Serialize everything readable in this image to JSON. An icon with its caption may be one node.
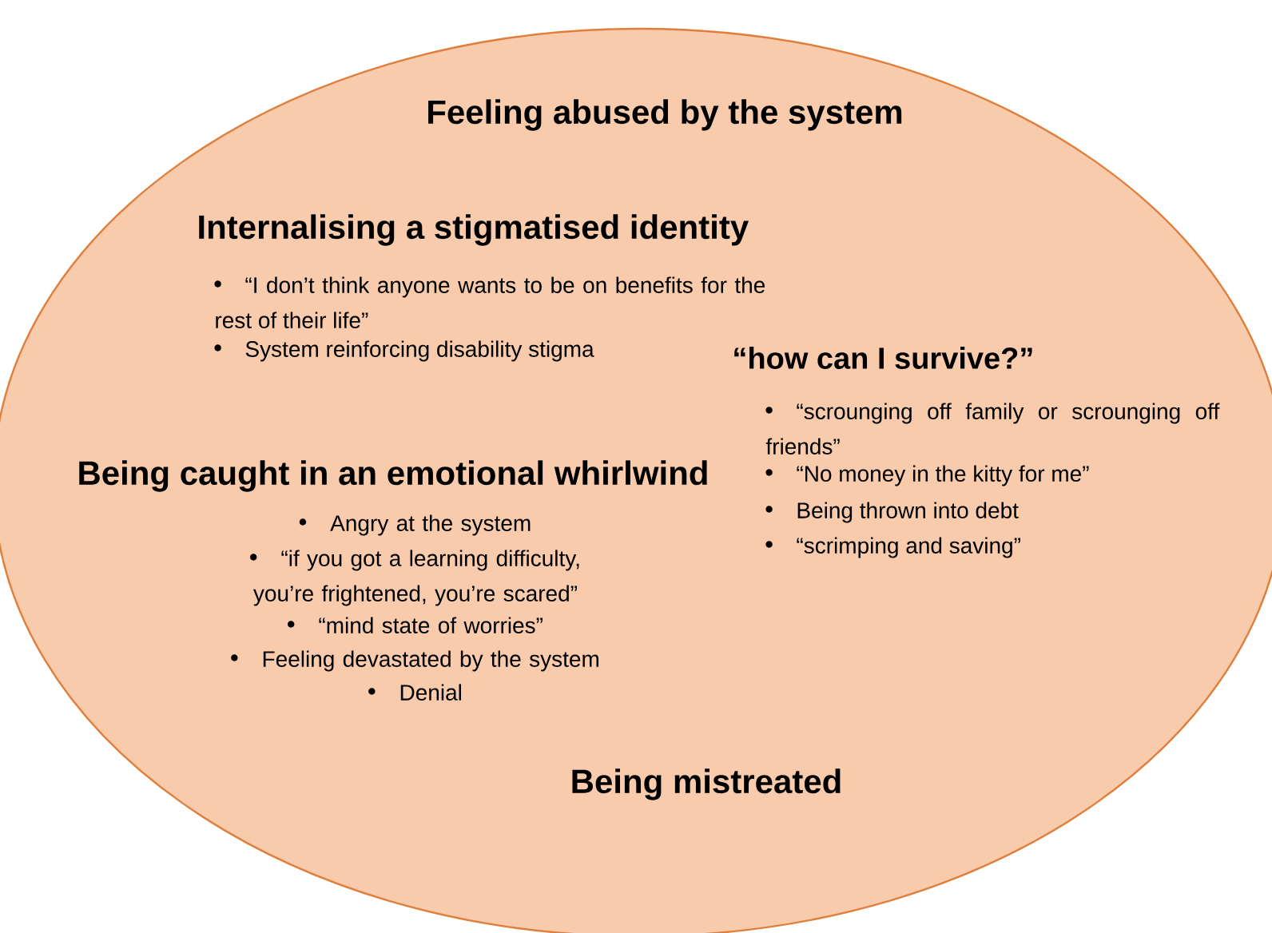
{
  "diagram": {
    "nodes": [
      {
        "text": [
          "Feeling abused by the system",
          "Being mistreated"
        ]
      }
    ],
    "labels": [
      "Internalising a stigmatised identity",
      "“I don’t think anyone wants to be on benefits for the rest of their life”",
      "System reinforcing disability stigma",
      "“how can I survive?”",
      "“scrounging off family or scrounging off friends”",
      "“No money in the kitty for me”",
      "Being thrown into debt",
      "“scrimping and saving”",
      "Being caught in an emotional whirlwind",
      "Angry at the system",
      "“if you got a learning difficulty, you’re frightened, you’re scared”",
      "“mind state of worries”",
      "Feeling devastated by the system",
      "Denial"
    ]
  }
}
